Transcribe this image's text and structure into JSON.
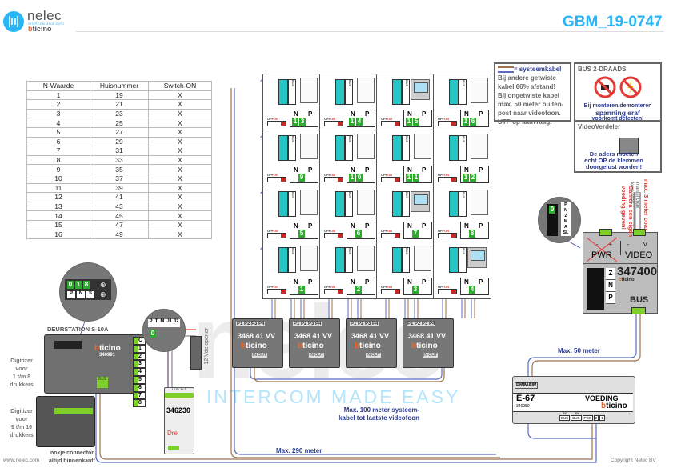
{
  "header": {
    "logo_name": "nelec",
    "logo_tagline": "INTERCOM MADE EASY",
    "logo_brand_prefix": "b",
    "logo_brand_rest": "ticino",
    "document_id": "GBM_19-0747"
  },
  "n_table": {
    "headers": [
      "N-Waarde",
      "Huisnummer",
      "Switch-ON"
    ],
    "rows": [
      [
        "1",
        "19",
        "X"
      ],
      [
        "2",
        "21",
        "X"
      ],
      [
        "3",
        "23",
        "X"
      ],
      [
        "4",
        "25",
        "X"
      ],
      [
        "5",
        "27",
        "X"
      ],
      [
        "6",
        "29",
        "X"
      ],
      [
        "7",
        "31",
        "X"
      ],
      [
        "8",
        "33",
        "X"
      ],
      [
        "9",
        "35",
        "X"
      ],
      [
        "10",
        "37",
        "X"
      ],
      [
        "11",
        "39",
        "X"
      ],
      [
        "12",
        "41",
        "X"
      ],
      [
        "13",
        "43",
        "X"
      ],
      [
        "14",
        "45",
        "X"
      ],
      [
        "15",
        "47",
        "X"
      ],
      [
        "16",
        "49",
        "X"
      ]
    ]
  },
  "notes": {
    "cable": {
      "title": "= systeemkabel",
      "lines": [
        "Bij andere getwiste",
        "kabel 66% afstand!",
        "Bij ongetwiste kabel",
        "max. 50 meter buiten-",
        "post naar videofoon.",
        "UTP op aanvraag."
      ]
    },
    "bus": {
      "title": "BUS 2-DRAADS",
      "line1": "Bij monteren/demonteren",
      "line2": "spanning eraf",
      "line3": "voorkomt defecten!"
    },
    "video_distributor": {
      "title": "VideoVerdeler",
      "line1": "De aders moeten",
      "line2": "echt OP de klemmen",
      "line3": "doorgelust worden!"
    }
  },
  "apartments": {
    "labels": {
      "n": "N",
      "p": "P",
      "off": "OFF",
      "on": "ON",
      "bus": "BUS"
    },
    "rows": [
      [
        {
          "n": "13",
          "type": "handset"
        },
        {
          "n": "14",
          "type": "handset"
        },
        {
          "n": "15",
          "type": "monitor"
        },
        {
          "n": "16",
          "type": "handset"
        }
      ],
      [
        {
          "n": "9",
          "type": "handset"
        },
        {
          "n": "10",
          "type": "handset"
        },
        {
          "n": "11",
          "type": "handset"
        },
        {
          "n": "12",
          "type": "handset"
        }
      ],
      [
        {
          "n": "5",
          "type": "handset"
        },
        {
          "n": "6",
          "type": "handset"
        },
        {
          "n": "7",
          "type": "monitor"
        },
        {
          "n": "8",
          "type": "handset"
        }
      ],
      [
        {
          "n": "1",
          "type": "handset"
        },
        {
          "n": "2",
          "type": "handset"
        },
        {
          "n": "3",
          "type": "handset"
        },
        {
          "n": "4",
          "type": "monitor"
        }
      ]
    ]
  },
  "distributors": {
    "ports": "P1 P2 P3 P4",
    "model": "3468 41  VV",
    "brand_prefix": "b",
    "brand_rest": "ticino",
    "io": "IN OUT",
    "count": 4
  },
  "door_station": {
    "title": "DEURSTATION S-10A",
    "model": "346991",
    "brand_prefix": "b",
    "brand_rest": "ticino",
    "bus_label": "BUS",
    "terminals": [
      "C",
      "1",
      "2",
      "3",
      "4",
      "5",
      "6",
      "7",
      "8"
    ],
    "zoom_digits": [
      "0",
      "1",
      "8"
    ],
    "zoom_labels": [
      "P",
      "N",
      "S"
    ],
    "digitizer1": [
      "Digitizer",
      "voor",
      "1 t/m 8",
      "drukkers"
    ],
    "digitizer2": [
      "Digitizer",
      "voor",
      "9 t/m 16",
      "drukkers"
    ],
    "connector_note": [
      "nokje connector",
      "altijd binnenkant!"
    ]
  },
  "relay": {
    "model": "346230",
    "terminals": "1 2 PL 3+ 3-",
    "zoom_labels": [
      "P",
      "T",
      "M",
      "J1 J2"
    ],
    "zoom_digit": "0",
    "opener_label": "12 Vdc opener",
    "bottom_label": "Dre"
  },
  "video_distributor_device": {
    "model": "347400",
    "brand_prefix": "b",
    "brand_rest": "ticino",
    "pwr_label": "PWR",
    "video_label": "VIDEO",
    "bus_label": "BUS",
    "side_terms": [
      "Z",
      "N",
      "P"
    ],
    "zoom_terms": [
      "P",
      "N",
      "Z",
      "M",
      "A",
      "SL"
    ],
    "zoom_digit": "0",
    "camera_note": [
      "Camera een eigen",
      "voeding geven!"
    ],
    "coax_note": "max. 3 meter coax",
    "coax_types": [
      "kern coax",
      "mantel coax"
    ],
    "pwr_pol": [
      "-",
      "+"
    ],
    "video_pol": [
      "-",
      "V"
    ]
  },
  "power_supply": {
    "name": "E-67",
    "label": "VOEDING",
    "model": "346050",
    "primary": "PRIMAIR",
    "brand_prefix": "b",
    "brand_rest": "ticino",
    "terminals": [
      "BUS",
      "BUS",
      "PCS",
      "2",
      "1"
    ],
    "tk_label": "TK",
    "pi_label": "PI"
  },
  "cable_labels": {
    "max50": "Max. 50 meter",
    "max100_1": "Max. 100 meter systeem-",
    "max100_2": "kabel tot laatste videofoon",
    "max290": "Max. 290 meter"
  },
  "watermark": {
    "big": "nelec",
    "tagline": "INTERCOM MADE EASY"
  },
  "footer": {
    "website": "www.nelec.com",
    "copyright": "Copyright Nelec BV"
  },
  "colors": {
    "accent": "#29b6f6",
    "wire_blue": "#5c6bc0",
    "wire_brown": "#a1724e",
    "terminal_green": "#7ecf2a",
    "digit_green": "#2eaa2e",
    "bus_cyan": "#27c6c6",
    "warning_red": "#e53935",
    "label_blue": "#2b3a8f"
  }
}
